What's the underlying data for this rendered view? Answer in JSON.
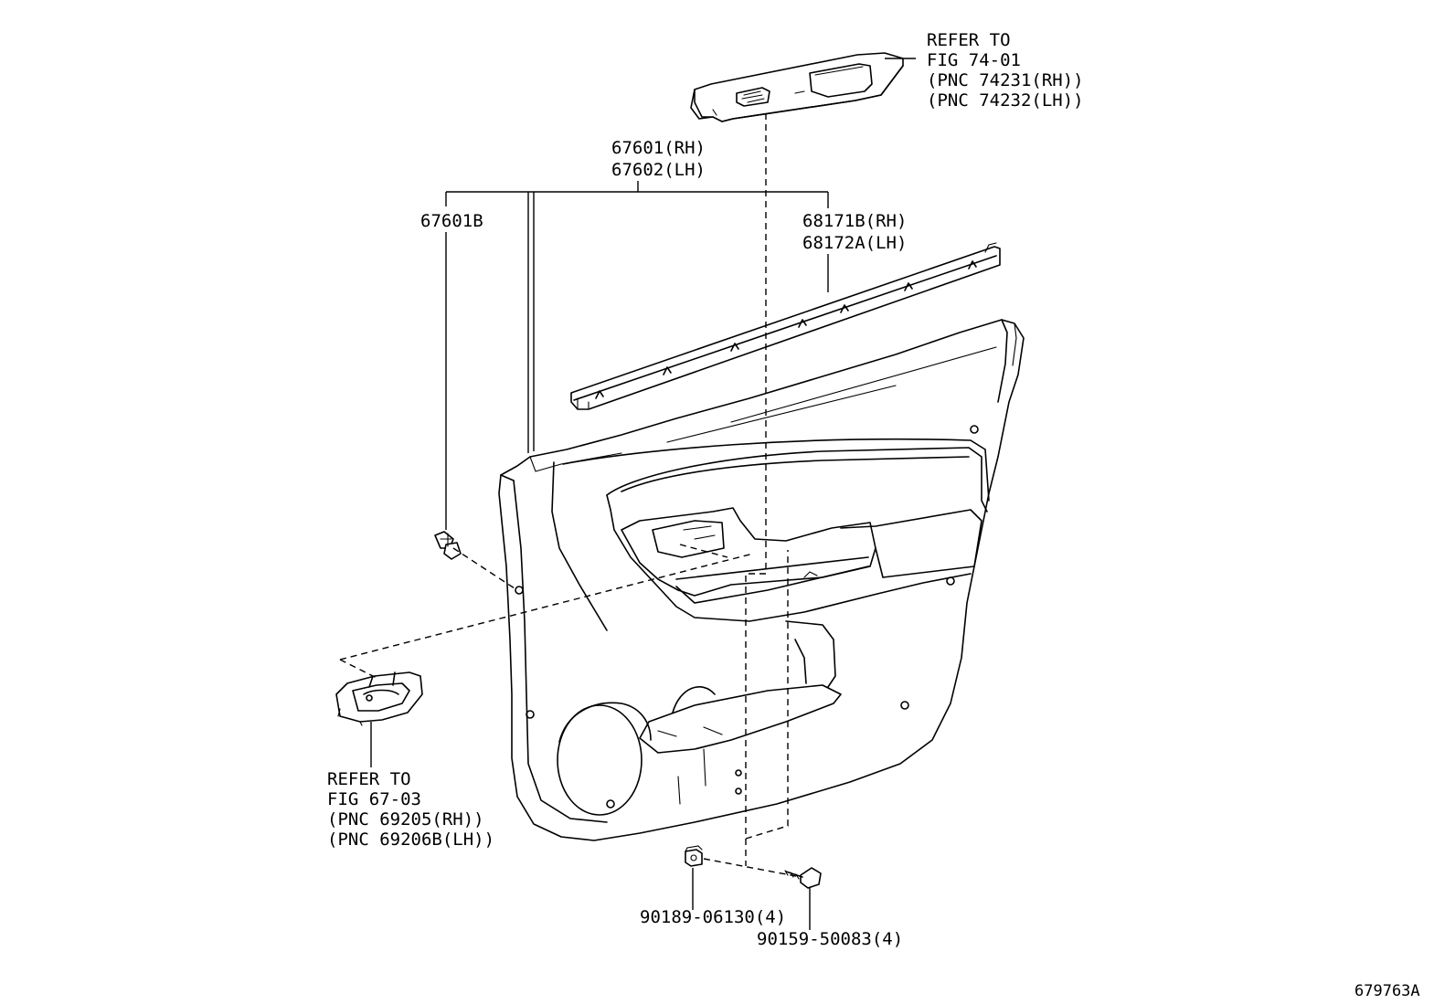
{
  "callouts": {
    "switch_base": [
      "REFER TO",
      "FIG 74-01",
      "(PNC 74231(RH))",
      "(PNC 74232(LH))"
    ],
    "panel_assy": [
      "67601(RH)",
      "67602(LH)"
    ],
    "panel_sub": "67601B",
    "weatherstrip": [
      "68171B(RH)",
      "68172A(LH)"
    ],
    "inside_handle": [
      "REFER TO",
      "FIG 67-03",
      "(PNC 69205(RH))",
      "(PNC 69206B(LH))"
    ],
    "nut": "90189-06130(4)",
    "screw": "90159-50083(4)"
  },
  "figure_id": "679763A"
}
